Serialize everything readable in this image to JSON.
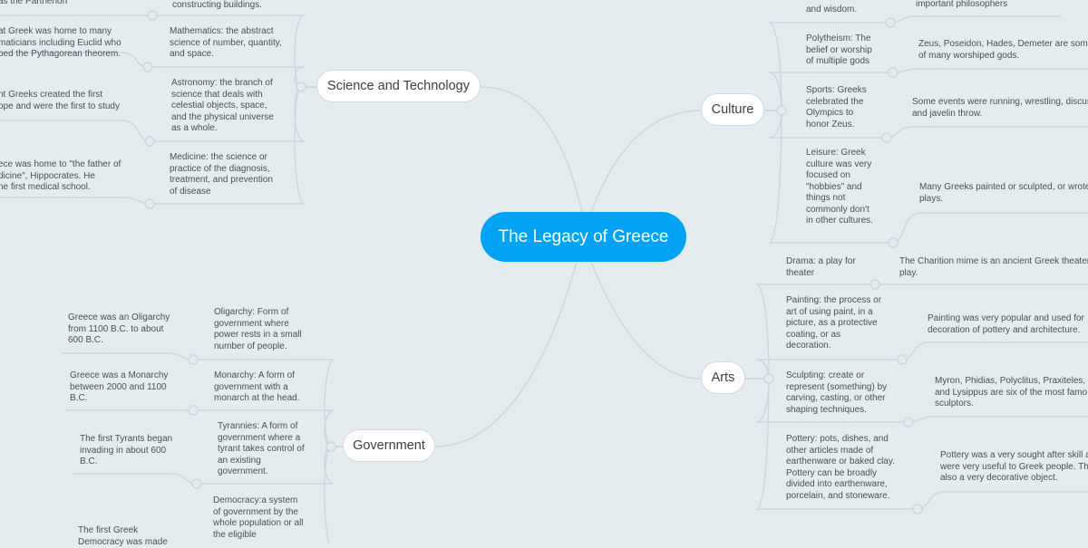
{
  "central": {
    "label": "The Legacy of Greece",
    "color": "#02a3f4"
  },
  "branches": {
    "science": {
      "label": "Science and Technology",
      "topics": [
        {
          "text": "constructing buildings.",
          "detail": "as the Parthenon"
        },
        {
          "text": "Mathematics: the abstract science of number, quantity, and space.",
          "detail": "at Greek was home to many\nmaticians including Euclid who\nped the Pythagorean theorem."
        },
        {
          "text": "Astronomy: the branch of science that deals with celestial objects, space, and the physical universe as a whole.",
          "detail": "nt Greeks created the first\nope and were the first to study\n."
        },
        {
          "text": "Medicine: the science or practice of the diagnosis, treatment, and prevention of disease",
          "detail": "ece was home to \"the father of\ndicine\", Hippocrates. He\nne first medical school."
        }
      ]
    },
    "culture": {
      "label": "Culture",
      "topics": [
        {
          "text": "search of truth\nand wisdom.",
          "detail": "important philosophers"
        },
        {
          "text": "Polytheism: The belief or worship of multiple gods",
          "detail": "Zeus, Poseidon, Hades, Demeter are some\nof many worshiped gods."
        },
        {
          "text": "Sports: Greeks celebrated the Olympics to honor Zeus.",
          "detail": "Some events were running, wrestling, discus\nand javelin throw."
        },
        {
          "text": "Leisure: Greek culture was very focused on \"hobbies\" and things not commonly don't in other cultures.",
          "detail": "Many Greeks painted or sculpted, or wrote\nplays."
        }
      ]
    },
    "arts": {
      "label": "Arts",
      "topics": [
        {
          "text": "Drama: a play for theater",
          "detail": "The  Charition mime is an ancient Greek theater\nplay."
        },
        {
          "text": "Painting: the process or art of using paint, in a picture, as a protective coating, or as decoration.",
          "detail": "Painting was very popular and used for\ndecoration of pottery and architecture."
        },
        {
          "text": "Sculpting: create or represent (something) by carving, casting, or other shaping techniques.",
          "detail": "Myron, Phidias, Polyclitus, Praxiteles, S\nand Lysippus are six of the most famo\nsculptors."
        },
        {
          "text": "Pottery: pots, dishes, and other articles made of earthenware or baked clay. Pottery can be broadly divided into earthenware, porcelain, and stoneware.",
          "detail": "Pottery was a very sought after skill a\nwere very useful to Greek people. Th\nalso a very decorative object."
        }
      ]
    },
    "government": {
      "label": "Government",
      "topics": [
        {
          "text": "Oligarchy: Form of government where power rests in a small number of people.",
          "detail": "Greece was an Oligarchy from 1100 B.C. to about 600 B.C."
        },
        {
          "text": "Monarchy: A form of government with a monarch at the head.",
          "detail": "Greece was a Monarchy between 2000 and 1100 B.C."
        },
        {
          "text": "Tyrannies: A form of government where a tyrant takes control of an existing government.",
          "detail": "The first Tyrants began invading in about 600 B.C."
        },
        {
          "text": "Democracy:a system of government by the whole population or all the eligible",
          "detail": "The first Greek\nDemocracy was made"
        }
      ]
    }
  }
}
